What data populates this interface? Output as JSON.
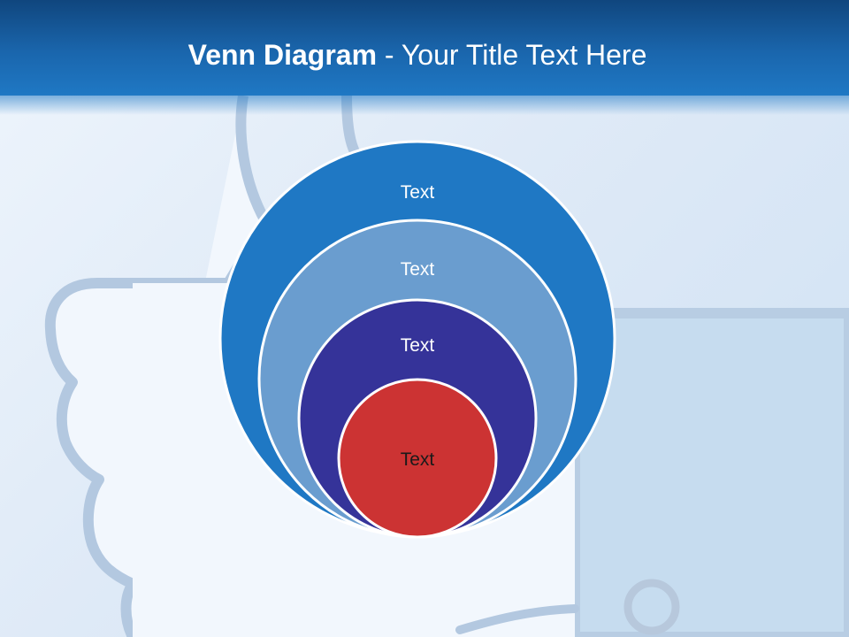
{
  "slide": {
    "title_bold": "Venn Diagram",
    "title_rest": " - Your Title Text Here"
  },
  "diagram": {
    "type": "nested-circles",
    "circles": [
      {
        "label": "Text",
        "color": "#1f78c4",
        "text_color": "#ffffff"
      },
      {
        "label": "Text",
        "color": "#6a9dcf",
        "text_color": "#ffffff"
      },
      {
        "label": "Text",
        "color": "#353399",
        "text_color": "#ffffff"
      },
      {
        "label": "Text",
        "color": "#cc3333",
        "text_color": "#1a1a1a"
      }
    ]
  },
  "theme": {
    "header_color": "#1a66ad",
    "background_color": "#dfeaf7",
    "outline_color": "#b3c8e0"
  }
}
